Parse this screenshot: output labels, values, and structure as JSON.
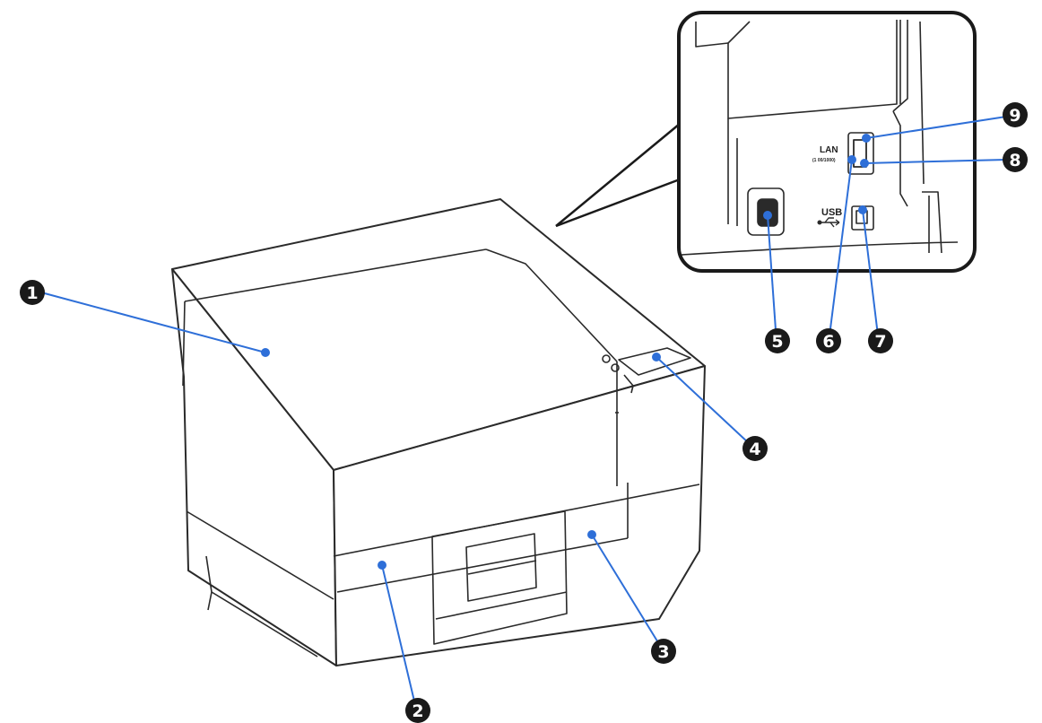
{
  "colors": {
    "callout_bg": "#1a1a1a",
    "leader_line": "#2e6fd8",
    "outline": "#2a2a2a",
    "body_fill": "#ffffff"
  },
  "callouts": [
    {
      "number": "1",
      "target": "top-cover"
    },
    {
      "number": "2",
      "target": "front-left-panel"
    },
    {
      "number": "3",
      "target": "front-right-panel"
    },
    {
      "number": "4",
      "target": "control-panel"
    },
    {
      "number": "5",
      "target": "ac-inlet"
    },
    {
      "number": "6",
      "target": "lan-port-lamp"
    },
    {
      "number": "7",
      "target": "usb-port"
    },
    {
      "number": "8",
      "target": "lan-port-lamp-lower"
    },
    {
      "number": "9",
      "target": "lan-port-lamp-upper"
    }
  ],
  "ports": {
    "lan_label": "LAN",
    "lan_sublabel": "(1 00/1000)",
    "usb_label": "USB"
  }
}
